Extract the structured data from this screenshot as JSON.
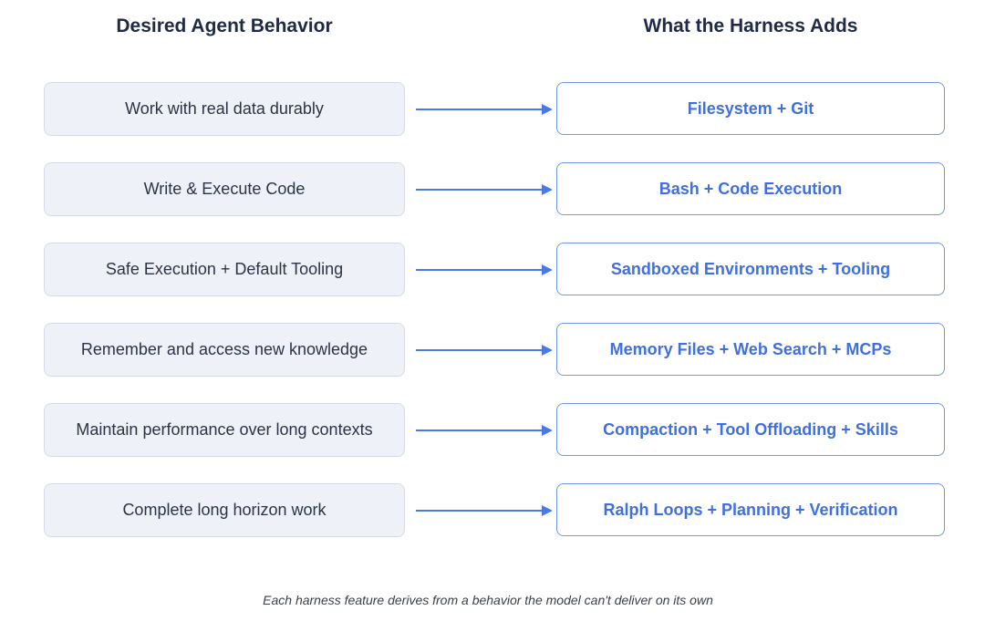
{
  "headers": {
    "left": "Desired Agent Behavior",
    "right": "What the Harness Adds"
  },
  "rows": [
    {
      "behavior": "Work with real data durably",
      "feature": "Filesystem + Git"
    },
    {
      "behavior": "Write & Execute Code",
      "feature": "Bash + Code Execution"
    },
    {
      "behavior": "Safe Execution + Default Tooling",
      "feature": "Sandboxed Environments + Tooling"
    },
    {
      "behavior": "Remember and access new knowledge",
      "feature": "Memory Files + Web Search + MCPs"
    },
    {
      "behavior": "Maintain performance over long contexts",
      "feature": "Compaction + Tool Offloading + Skills"
    },
    {
      "behavior": "Complete long horizon work",
      "feature": "Ralph Loops + Planning + Verification"
    }
  ],
  "caption": "Each harness feature derives from a behavior the model can't deliver on its own",
  "colors": {
    "accent": "#3f6fe0",
    "arrow": "#4a78e8",
    "behavior_fill": "#eef1f7",
    "header_text": "#1f2a44"
  }
}
